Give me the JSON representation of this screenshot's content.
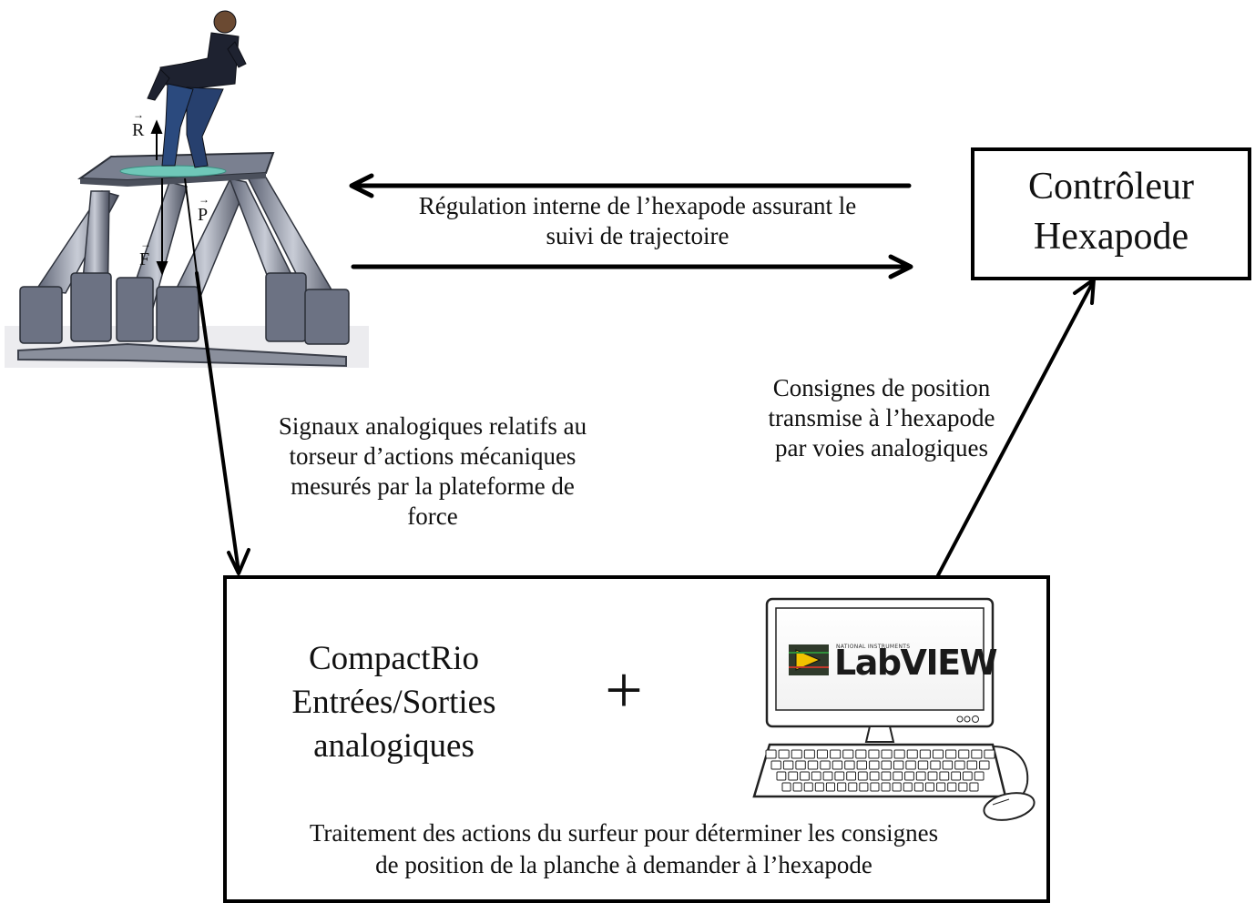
{
  "controller": {
    "line1": "Contrôleur",
    "line2": "Hexapode"
  },
  "regulation_label": {
    "line1": "Régulation interne de l’hexapode assurant le",
    "line2": "suivi de trajectoire"
  },
  "signals_label": {
    "line1": "Signaux analogiques relatifs au",
    "line2": "torseur d’actions mécaniques",
    "line3": "mesurés par la plateforme de",
    "line4": "force"
  },
  "setpoints_label": {
    "line1": "Consignes de position",
    "line2": "transmise à l’hexapode",
    "line3": "par voies analogiques"
  },
  "processing_box": {
    "compactrio_line1": "CompactRio",
    "compactrio_line2": "Entrées/Sorties",
    "compactrio_line3": "analogiques",
    "plus": "+",
    "caption_line1": "Traitement des actions du surfeur pour déterminer les consignes",
    "caption_line2": "de position de la planche à demander à l’hexapode"
  },
  "labview": {
    "brand_small": "NATIONAL INSTRUMENTS",
    "brand": "LabVIEW"
  },
  "force_vectors": {
    "r": "R",
    "p": "P",
    "f": "F"
  }
}
